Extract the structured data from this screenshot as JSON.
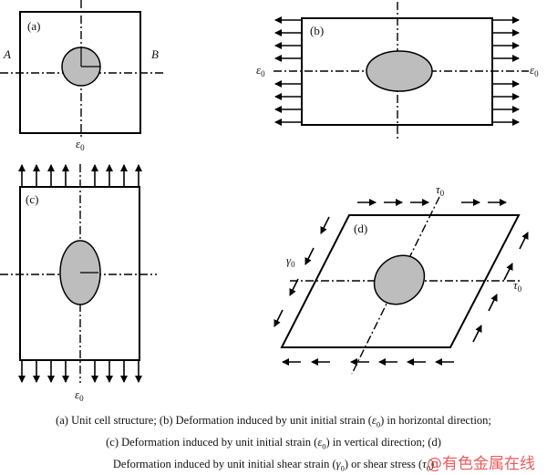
{
  "panels": {
    "a": {
      "label": "(a)",
      "point_a": "A",
      "point_b": "B",
      "strain_symbol": "ε",
      "strain_sub": "0"
    },
    "b": {
      "label": "(b)",
      "strain_symbol": "ε",
      "strain_sub": "0"
    },
    "c": {
      "label": "(c)",
      "strain_symbol": "ε",
      "strain_sub": "0"
    },
    "d": {
      "label": "(d)",
      "tau_symbol": "τ",
      "tau_sub": "0",
      "gamma_symbol": "γ",
      "gamma_sub": "0"
    }
  },
  "caption": {
    "line1_a": "(a)  Unit cell structure; (b)  Deformation   induced by unit initial strain (",
    "line1_sym": "ε",
    "line1_sub": "0",
    "line1_b": ") in horizontal direction;",
    "line2_a": "(c) Deformation induced by unit initial strain (",
    "line2_sym": "ε",
    "line2_sub": "0",
    "line2_b": ") in vertical direction; (d)",
    "line3_a": "Deformation induced by unit initial shear strain (",
    "line3_sym1": "γ",
    "line3_sub1": "0",
    "line3_b": ") or shear stress (",
    "line3_sym2": "τ",
    "line3_sub2": "0",
    "line3_c": ")"
  },
  "watermark": "@有色金属在线",
  "colors": {
    "inclusion_fill": "#bdbdbd",
    "line": "#000000",
    "watermark": "#eb3c3c"
  }
}
